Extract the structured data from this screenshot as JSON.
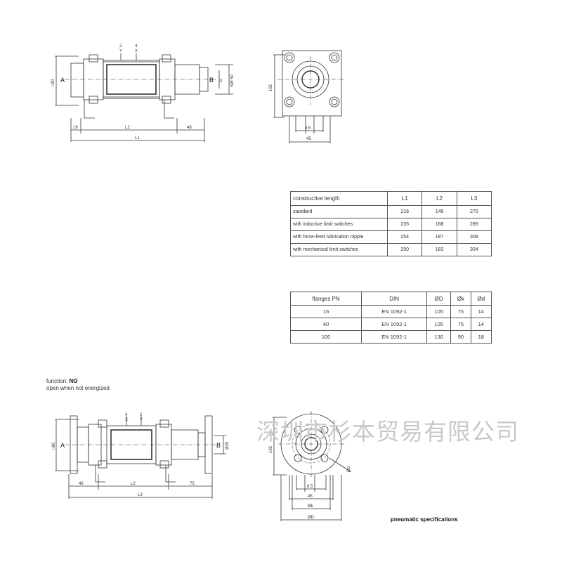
{
  "top_side_view": {
    "port_a": "A",
    "port_b": "B",
    "dims": {
      "square": "□80",
      "thread": "G",
      "sw": "SW 50",
      "left": "19",
      "l2": "L2",
      "right": "48",
      "l1": "L1"
    },
    "markers": [
      {
        "num": "2",
        "letter": "Y"
      },
      {
        "num": "4",
        "letter": "X"
      }
    ]
  },
  "top_end_view": {
    "height": "102",
    "hole": "8,5",
    "width": "45"
  },
  "table_constructive": {
    "headers": [
      "constructive length",
      "L1",
      "L2",
      "L3"
    ],
    "rows": [
      [
        "standard",
        "216",
        "149",
        "270"
      ],
      [
        "with inductive limit switches",
        "235",
        "168",
        "289"
      ],
      [
        "with force-feed lubrication nipple",
        "254",
        "187",
        "308"
      ],
      [
        "with mechanical limit switches",
        "250",
        "183",
        "304"
      ]
    ]
  },
  "table_flanges": {
    "headers": [
      "flanges PN",
      "DIN",
      "ØD",
      "Øk",
      "Ød"
    ],
    "rows": [
      [
        "16",
        "EN 1092-1",
        "105",
        "75",
        "14"
      ],
      [
        "40",
        "EN 1092-1",
        "105",
        "75",
        "14"
      ],
      [
        "100",
        "EN 1092-1",
        "130",
        "90",
        "18"
      ]
    ]
  },
  "function": {
    "label": "function:",
    "value": "NO",
    "description": "open when not energized"
  },
  "bottom_side_view": {
    "port_a": "A",
    "port_b": "B",
    "dims": {
      "square": "□80",
      "bore": "Ø20",
      "left": "46",
      "l2": "L2",
      "right": "75",
      "l3": "L3"
    },
    "markers": [
      {
        "num": "4",
        "letter": "X"
      },
      {
        "num": "2",
        "letter": "Y"
      }
    ]
  },
  "bottom_end_view": {
    "height": "102",
    "hole": "8,5",
    "width": "45",
    "k": "Øk",
    "d_outer": "ØD",
    "d_small": "Ød"
  },
  "watermark": "深圳市杉本贸易有限公司",
  "pneumatic_title": "pneumatic specifications"
}
